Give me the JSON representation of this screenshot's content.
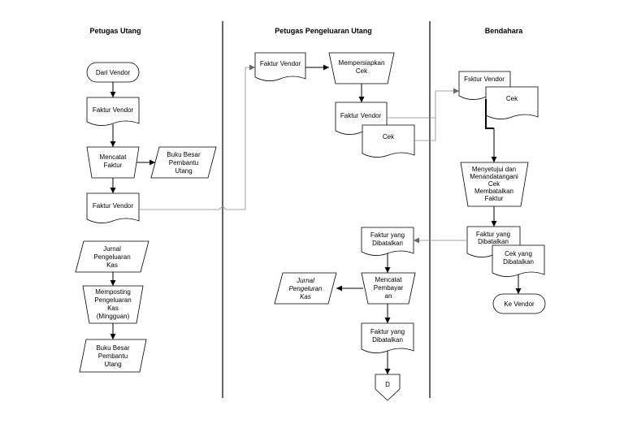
{
  "lanes": {
    "petugas_utang": "Petugas Utang",
    "petugas_pengeluaran": "Petugas Pengeluaran Utang",
    "bendahara": "Bendahara"
  },
  "nodes": {
    "dari_vendor": "Dari Vendor",
    "faktur_vendor_1": "Faktur Vendor",
    "mencatat_faktur_1": "Mencatat",
    "mencatat_faktur_2": "Faktur",
    "bb_pembantu_1": "Buku Besar",
    "bb_pembantu_2": "Pembantu",
    "bb_pembantu_3": "Utang",
    "faktur_vendor_2": "Faktur Vendor",
    "jurnal_pk_1": "Jurnal",
    "jurnal_pk_2": "Pengeluaran",
    "jurnal_pk_3": "Kas",
    "memposting_1": "Memposting",
    "memposting_2": "Pengeluaran",
    "memposting_3": "Kas",
    "memposting_4": "(Mingguan)",
    "bb_bawah_1": "Buku Besar",
    "bb_bawah_2": "Pembantu",
    "bb_bawah_3": "Utang",
    "faktur_vendor_3": "Faktur Vendor",
    "mempersiapkan_1": "Mempersiapkan",
    "mempersiapkan_2": "Cek",
    "faktur_vendor_4": "Faktur Vendor",
    "cek_1": "Cek",
    "faktur_dibatalkan_1a": "Faktur yang",
    "faktur_dibatalkan_1b": "Dibatalkan",
    "mencatat_pembayaran_1": "Mencatat",
    "mencatat_pembayaran_2": "Pembayar",
    "mencatat_pembayaran_3": "an",
    "jurnal_pengeluaran_1": "Jurnal",
    "jurnal_pengeluaran_2": "Pengeluran",
    "jurnal_pengeluaran_3": "Kas",
    "faktur_dibatalkan_2a": "Faktur yang",
    "faktur_dibatalkan_2b": "Dibatalkan",
    "connector_d": "D",
    "fsktur_vendor": "Fsktur Vendor",
    "cek_2": "Cek",
    "menyetujui_1": "Menyetujui dan",
    "menyetujui_2": "Menandatangani",
    "menyetujui_3": "Cek",
    "menyetujui_4": "Membatalkan",
    "menyetujui_5": "Faktur",
    "faktur_dibatalkan_3a": "Faktur yang",
    "faktur_dibatalkan_3b": "Dibatalkan",
    "cek_dibatalkan_a": "Cek yang",
    "cek_dibatalkan_b": "Dibatalkan",
    "ke_vendor": "Ke Vendor"
  }
}
